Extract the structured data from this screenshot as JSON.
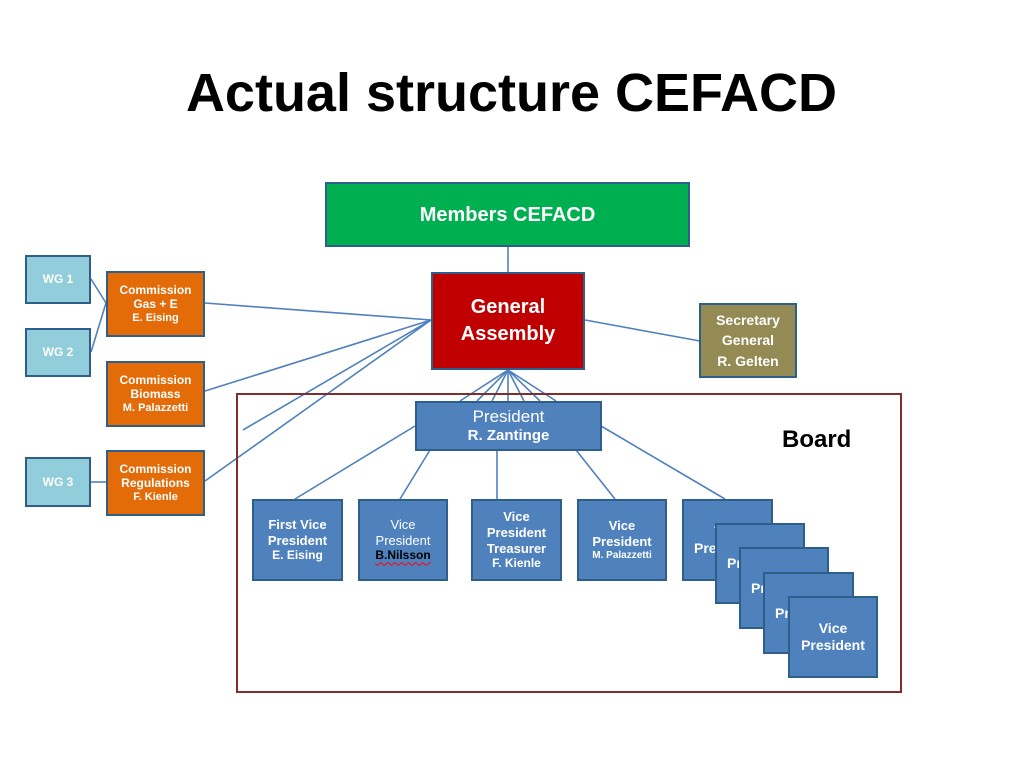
{
  "title": "Actual structure CEFACD",
  "members": "Members CEFACD",
  "general_assembly": {
    "line1": "General",
    "line2": "Assembly"
  },
  "secretary": {
    "line1": "Secretary",
    "line2": "General",
    "name": "R. Gelten"
  },
  "working_groups": [
    "WG 1",
    "WG 2",
    "WG 3"
  ],
  "commissions": [
    {
      "line1": "Commission",
      "line2": "Gas + E",
      "name": "E. Eising"
    },
    {
      "line1": "Commission",
      "line2": "Biomass",
      "name": "M. Palazzetti"
    },
    {
      "line1": "Commission",
      "line2": "Regulations",
      "name": "F. Kienle"
    }
  ],
  "board_label": "Board",
  "president": {
    "role": "President",
    "name": "R. Zantinge"
  },
  "vice_presidents": [
    {
      "line1": "First Vice",
      "line2": "President",
      "line3": "",
      "name": "E. Eising"
    },
    {
      "line1": "Vice",
      "line2": "President",
      "line3": "",
      "name": "B.Nilsson"
    },
    {
      "line1": "Vice",
      "line2": "President",
      "line3": "Treasurer",
      "name": "F. Kienle"
    },
    {
      "line1": "Vice",
      "line2": "President",
      "line3": "",
      "name": "M. Palazzetti"
    }
  ],
  "stacked_vp": {
    "line1": "Vice",
    "line2": "President",
    "partial_1": "Vi",
    "partial_2": "Pre",
    "partial_3": "Pr",
    "partial_4": "Pr",
    "partial_5": "Pr"
  },
  "colors": {
    "members": "#00b050",
    "general_assembly": "#c00000",
    "secretary": "#948a54",
    "commission": "#e36c09",
    "working_group": "#92cddc",
    "board_boxes": "#4f81bd",
    "board_frame": "#7f2d2d",
    "connector": "#4f81bd"
  }
}
